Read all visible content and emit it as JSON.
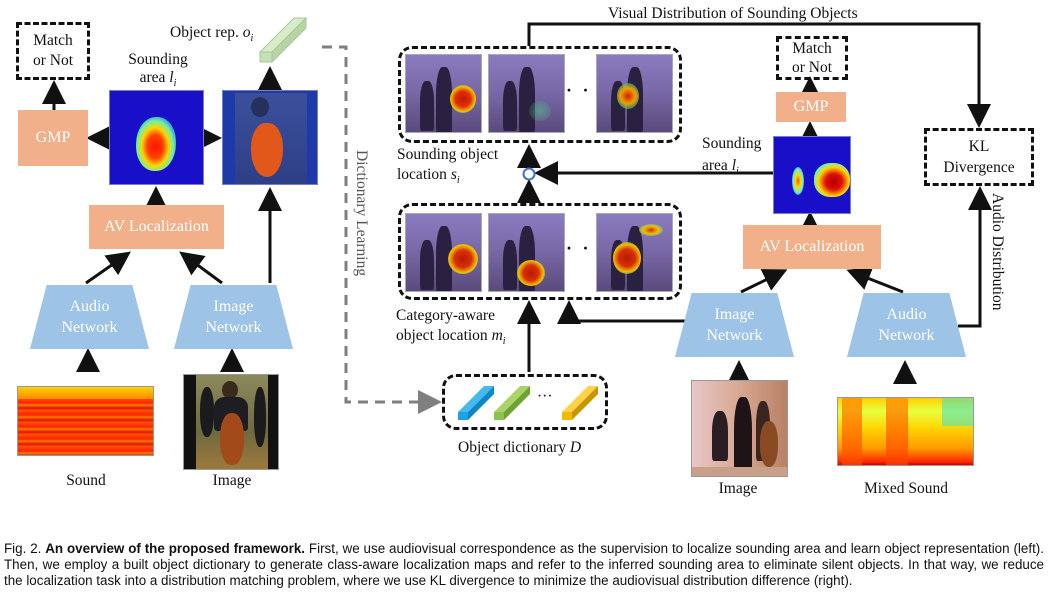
{
  "figure": {
    "left_panel": {
      "match_box": [
        "Match",
        "or Not"
      ],
      "gmp_label": "GMP",
      "sounding_area_label": "Sounding",
      "sounding_area_label2": "area",
      "sounding_area_symbol": "l",
      "sounding_area_sub": "i",
      "object_rep_label": "Object rep.",
      "object_rep_symbol": "o",
      "object_rep_sub": "i",
      "av_localization": "AV Localization",
      "audio_network": [
        "Audio",
        "Network"
      ],
      "image_network": [
        "Image",
        "Network"
      ],
      "sound_label": "Sound",
      "image_label": "Image"
    },
    "dictionary_learning_label": "Dictionary Learning",
    "right_panel": {
      "visual_distribution_label": "Visual Distribution of Sounding Objects",
      "sounding_object_location_label": "Sounding object",
      "sounding_object_location_label2": "location",
      "sounding_object_symbol": "s",
      "sounding_object_sub": "i",
      "category_aware_label": "Category-aware",
      "category_aware_label2": "object location",
      "category_aware_symbol": "m",
      "category_aware_sub": "i",
      "object_dictionary_label": "Object dictionary",
      "object_dictionary_symbol": "D",
      "ellipsis": "· · ·",
      "dict_ellipsis": "···",
      "match_box": [
        "Match",
        "or Not"
      ],
      "gmp_label": "GMP",
      "sounding_area_label": "Sounding",
      "sounding_area_label2": "area",
      "sounding_area_symbol": "l",
      "sounding_area_sub": "i",
      "av_localization": "AV Localization",
      "kl_divergence": [
        "KL",
        "Divergence"
      ],
      "audio_distribution_label": "Audio Distribution",
      "image_network": [
        "Image",
        "Network"
      ],
      "audio_network": [
        "Audio",
        "Network"
      ],
      "image_label": "Image",
      "mixed_sound_label": "Mixed Sound"
    },
    "colors": {
      "orange_box": "#f1b08a",
      "network_blue": "#9dc3e6",
      "dict_blue": "#1fa3e0",
      "dict_green": "#8bc34a",
      "dict_yellow": "#f5b800",
      "object_rep_green": "#c5e0b4",
      "dashed_gray": "#7f7f7f",
      "circle_blue": "#4472c4"
    }
  },
  "caption": {
    "fig_number": "Fig. 2.",
    "bold_title": "An overview of the proposed framework.",
    "body": "First, we use audiovisual correspondence as the supervision to localize sounding area and learn object representation (left). Then, we employ a built object dictionary to generate class-aware localization maps and refer to the inferred sounding area to eliminate silent objects. In that way, we reduce the localization task into a distribution matching problem, where we use KL divergence to minimize the audiovisual distribution difference (right)."
  }
}
